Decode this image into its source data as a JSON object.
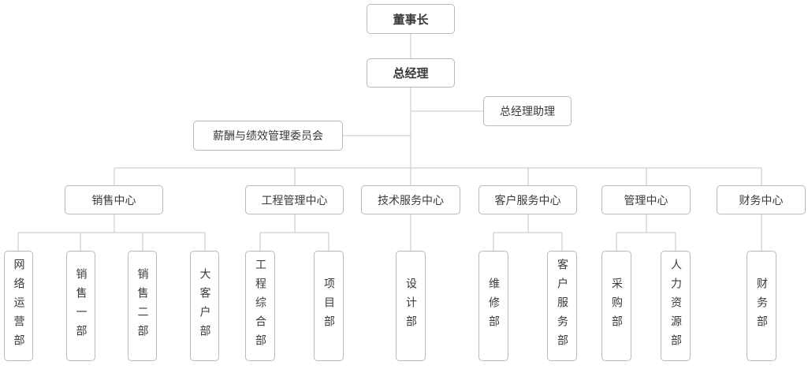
{
  "chairman": "董事长",
  "general_manager": "总经理",
  "gm_assistant": "总经理助理",
  "committee": "薪酬与绩效管理委员会",
  "centers": {
    "sales": "销售中心",
    "engineering": "工程管理中心",
    "tech": "技术服务中心",
    "customer": "客户服务中心",
    "management": "管理中心",
    "finance": "财务中心"
  },
  "departments": {
    "network_ops": "网络运营部",
    "sales_1": "销售一部",
    "sales_2": "销售二部",
    "key_account": "大客户部",
    "eng_general": "工程综合部",
    "project": "项目部",
    "design": "设计部",
    "maintenance": "维修部",
    "customer_service": "客户服务部",
    "procurement": "采购部",
    "hr": "人力资源部",
    "finance_dept": "财务部"
  }
}
